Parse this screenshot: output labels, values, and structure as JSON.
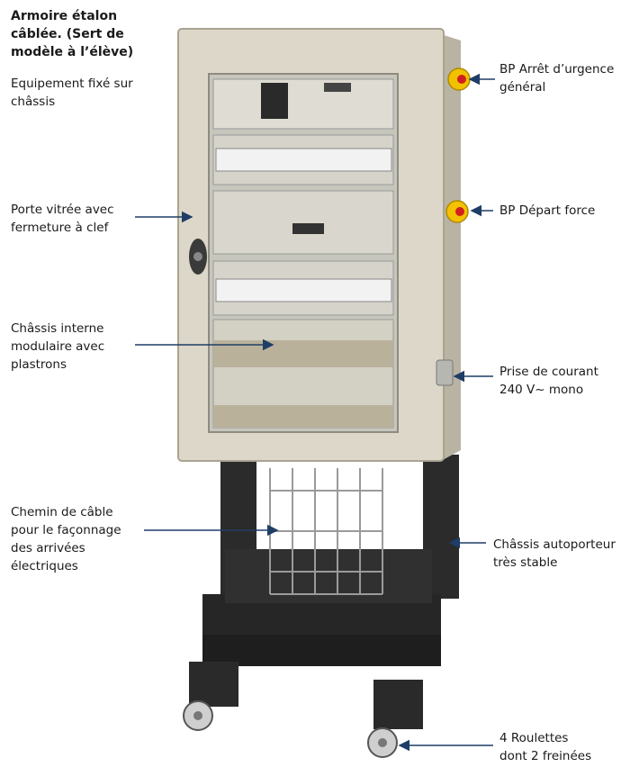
{
  "title_lines": [
    "Armoire étalon",
    "câblée. (Sert de",
    "modèle à l’élève)"
  ],
  "labels": {
    "equipement": [
      "Equipement fixé sur",
      "châssis"
    ],
    "porte": [
      "Porte vitrée avec",
      "fermeture à clef"
    ],
    "chassis_interne": [
      "Châssis interne",
      "modulaire avec",
      "plastrons"
    ],
    "chemin": [
      "Chemin de câble",
      "pour le façonnage",
      "des arrivées",
      "électriques"
    ],
    "bp_arret": [
      "BP Arrêt d’urgence",
      "général"
    ],
    "bp_depart": [
      "BP Départ force"
    ],
    "prise": [
      "Prise de courant",
      "240 V~ mono"
    ],
    "chassis_auto": [
      "Châssis autoporteur",
      "très stable"
    ],
    "roulettes": [
      "4 Roulettes",
      "dont 2 freinées"
    ]
  },
  "colors": {
    "cabinet": "#dcd7c8",
    "frame": "#2b2b2b",
    "arrow": "#1f3d66",
    "button": "#f2c200"
  }
}
